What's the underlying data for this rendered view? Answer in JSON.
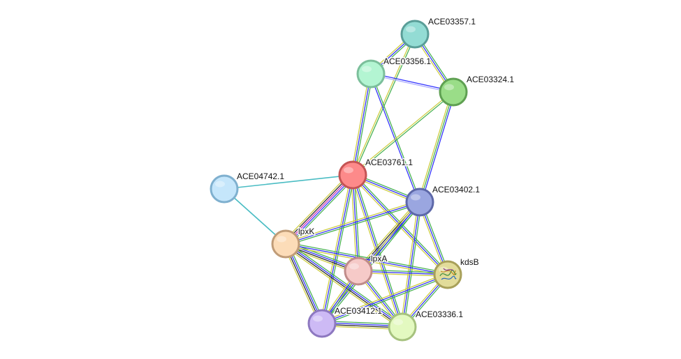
{
  "nodes": [
    {
      "id": "ACE03357.1",
      "label": "ACE03357.1",
      "fill": "#93dcd4",
      "stroke": "#5a9e98"
    },
    {
      "id": "ACE03356.1",
      "label": "ACE03356.1",
      "fill": "#b3f5d2",
      "stroke": "#7cbf9b"
    },
    {
      "id": "ACE03324.1",
      "label": "ACE03324.1",
      "fill": "#9add88",
      "stroke": "#5fa052"
    },
    {
      "id": "ACE03761.1",
      "label": "ACE03761.1",
      "fill": "#fd8a8a",
      "stroke": "#c45454"
    },
    {
      "id": "ACE04742.1",
      "label": "ACE04742.1",
      "fill": "#c5e6fb",
      "stroke": "#7fb0cf"
    },
    {
      "id": "ACE03402.1",
      "label": "ACE03402.1",
      "fill": "#9aa6e0",
      "stroke": "#5d68a8"
    },
    {
      "id": "lpxK",
      "label": "lpxK",
      "fill": "#fcdcb8",
      "stroke": "#c09c78"
    },
    {
      "id": "lpxA",
      "label": "lpxA",
      "fill": "#f6cac8",
      "stroke": "#c08c8a"
    },
    {
      "id": "kdsB",
      "label": "kdsB",
      "fill": "#e2dc9a",
      "stroke": "#a8a05a",
      "has_structure_image": true
    },
    {
      "id": "ACE03412.1",
      "label": "ACE03412.1",
      "fill": "#cdbaf5",
      "stroke": "#8d78c0"
    },
    {
      "id": "ACE03336.1",
      "label": "ACE03336.1",
      "fill": "#e3f9c0",
      "stroke": "#a6c27e"
    }
  ],
  "edges": [
    {
      "source": "ACE03357.1",
      "target": "ACE03356.1",
      "evidence": [
        "#3fae4a",
        "#2a2aff",
        "#cbcb3a"
      ]
    },
    {
      "source": "ACE03357.1",
      "target": "ACE03324.1",
      "evidence": [
        "#3fae4a",
        "#2a2aff",
        "#cbcb3a"
      ]
    },
    {
      "source": "ACE03357.1",
      "target": "ACE03761.1",
      "evidence": [
        "#3fae4a",
        "#cbcb3a"
      ]
    },
    {
      "source": "ACE03356.1",
      "target": "ACE03324.1",
      "evidence": [
        "#2a2aff",
        "#a8a8ff"
      ]
    },
    {
      "source": "ACE03356.1",
      "target": "ACE03761.1",
      "evidence": [
        "#3fae4a",
        "#2a2aff",
        "#cbcb3a"
      ]
    },
    {
      "source": "ACE03356.1",
      "target": "ACE03402.1",
      "evidence": [
        "#3fae4a",
        "#2a2aff"
      ]
    },
    {
      "source": "ACE03324.1",
      "target": "ACE03761.1",
      "evidence": [
        "#3fae4a",
        "#cbcb3a"
      ]
    },
    {
      "source": "ACE03324.1",
      "target": "ACE03402.1",
      "evidence": [
        "#2a2aff",
        "#3fae4a",
        "#cbcb3a"
      ]
    },
    {
      "source": "ACE03761.1",
      "target": "ACE04742.1",
      "evidence": [
        "#3fb8c0"
      ]
    },
    {
      "source": "ACE03761.1",
      "target": "ACE03402.1",
      "evidence": [
        "#3fae4a",
        "#2a2aff",
        "#cbcb3a"
      ]
    },
    {
      "source": "ACE03761.1",
      "target": "lpxK",
      "evidence": [
        "#3fae4a",
        "#2a2aff",
        "#cc2ab8",
        "#222222",
        "#cbcb3a"
      ]
    },
    {
      "source": "ACE03761.1",
      "target": "lpxA",
      "evidence": [
        "#3fae4a",
        "#2a2aff",
        "#cbcb3a"
      ]
    },
    {
      "source": "ACE03761.1",
      "target": "kdsB",
      "evidence": [
        "#3fae4a",
        "#2a2aff",
        "#cbcb3a"
      ]
    },
    {
      "source": "ACE03761.1",
      "target": "ACE03412.1",
      "evidence": [
        "#3fae4a",
        "#2a2aff",
        "#cbcb3a"
      ]
    },
    {
      "source": "ACE03761.1",
      "target": "ACE03336.1",
      "evidence": [
        "#3fae4a",
        "#2a2aff",
        "#cbcb3a"
      ]
    },
    {
      "source": "ACE04742.1",
      "target": "lpxK",
      "evidence": [
        "#3fb8c0"
      ]
    },
    {
      "source": "ACE03402.1",
      "target": "lpxK",
      "evidence": [
        "#3fae4a",
        "#2a2aff",
        "#cbcb3a"
      ]
    },
    {
      "source": "ACE03402.1",
      "target": "lpxA",
      "evidence": [
        "#3fae4a",
        "#2a2aff",
        "#222222",
        "#cbcb3a"
      ]
    },
    {
      "source": "ACE03402.1",
      "target": "kdsB",
      "evidence": [
        "#3fae4a",
        "#2a2aff",
        "#cbcb3a"
      ]
    },
    {
      "source": "ACE03402.1",
      "target": "ACE03412.1",
      "evidence": [
        "#3fae4a",
        "#2a2aff",
        "#cbcb3a"
      ]
    },
    {
      "source": "ACE03402.1",
      "target": "ACE03336.1",
      "evidence": [
        "#3fae4a",
        "#2a2aff",
        "#cbcb3a"
      ]
    },
    {
      "source": "lpxK",
      "target": "lpxA",
      "evidence": [
        "#3fae4a",
        "#2a2aff",
        "#222222",
        "#cbcb3a"
      ]
    },
    {
      "source": "lpxK",
      "target": "kdsB",
      "evidence": [
        "#3fae4a",
        "#2a2aff",
        "#cbcb3a"
      ]
    },
    {
      "source": "lpxK",
      "target": "ACE03412.1",
      "evidence": [
        "#3fae4a",
        "#2a2aff",
        "#222222",
        "#cbcb3a"
      ]
    },
    {
      "source": "lpxK",
      "target": "ACE03336.1",
      "evidence": [
        "#3fae4a",
        "#2a2aff",
        "#222222",
        "#cbcb3a"
      ]
    },
    {
      "source": "lpxA",
      "target": "kdsB",
      "evidence": [
        "#3fae4a",
        "#2a2aff",
        "#cbcb3a"
      ]
    },
    {
      "source": "lpxA",
      "target": "ACE03412.1",
      "evidence": [
        "#3fae4a",
        "#2a2aff",
        "#cbcb3a"
      ]
    },
    {
      "source": "lpxA",
      "target": "ACE03336.1",
      "evidence": [
        "#3fae4a",
        "#2a2aff",
        "#cbcb3a"
      ]
    },
    {
      "source": "kdsB",
      "target": "ACE03412.1",
      "evidence": [
        "#3fae4a",
        "#2a2aff",
        "#cbcb3a"
      ]
    },
    {
      "source": "kdsB",
      "target": "ACE03336.1",
      "evidence": [
        "#3fae4a",
        "#2a2aff",
        "#cbcb3a"
      ]
    },
    {
      "source": "ACE03412.1",
      "target": "ACE03336.1",
      "evidence": [
        "#3fae4a",
        "#2a2aff",
        "#222222",
        "#cbcb3a"
      ]
    }
  ]
}
